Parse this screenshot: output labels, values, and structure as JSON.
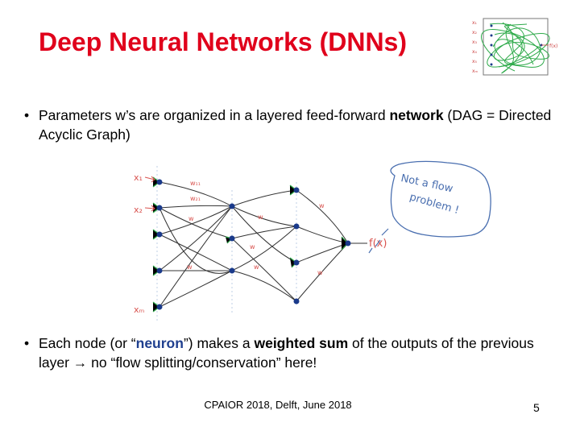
{
  "title": "Deep Neural Networks (DNNs)",
  "bullet1": {
    "before": "Parameters w’s are organized in a layered feed-forward ",
    "keyword": "network",
    "after": " (DAG = Directed Acyclic Graph)"
  },
  "bullet2": {
    "part1": "Each node (or “",
    "neuron": "neuron",
    "part2": "”) makes a ",
    "weighted": "weighted sum",
    "part3": " of the outputs of the previous layer ",
    "arrow": "→",
    "part4": " no “flow splitting/conservation” here!"
  },
  "diagram": {
    "inputs": [
      "x₁",
      "x₂",
      "xₘ"
    ],
    "output": "f(x)",
    "bubble": [
      "Not a flow",
      "problem !"
    ],
    "weights": [
      "w₁₁",
      "w₂₁",
      "w",
      "w",
      "w",
      "w",
      "w",
      "w",
      "w"
    ]
  },
  "thumb": {
    "inputs": [
      "x₁",
      "x₂",
      "x₃",
      "x₄",
      "x₅",
      "xₘ"
    ],
    "output": "f(x)"
  },
  "footer": "CPAIOR 2018, Delft, June 2018",
  "page_number": "5",
  "colors": {
    "title": "#e0001b",
    "keyword": "#1f3f8f",
    "sketch_red": "#d9534f",
    "sketch_green": "#2eaa4a",
    "node": "#1a3a8a"
  }
}
